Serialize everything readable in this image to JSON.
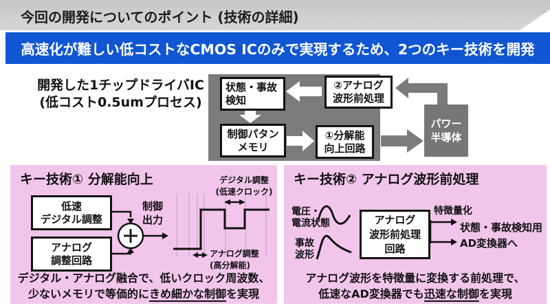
{
  "slide": {
    "title": "今回の開発についてのポイント (技術の詳細)"
  },
  "banner": {
    "text": "高速化が難しい低コストなCMOS ICのみで実現するため、2つのキー技術を開発",
    "bg_color": "#1056d2"
  },
  "overview": {
    "caption": "開発した1チップドライバIC\n(低コスト0.5umプロセス)",
    "chip": {
      "detect_block": "状態・事故\n検知",
      "preprocess_block": "②アナログ\n波形前処理",
      "memory_block": "制御パタン\nメモリ",
      "resolution_block": "①分解能\n向上回路",
      "bg_color": "#7b7b7b"
    },
    "power_block": "パワー\n半導体"
  },
  "key_tech_1": {
    "title": "キー技術① 分解能向上",
    "digital_box": "低速\nデジタル調整",
    "analog_box": "アナログ\n調整回路",
    "sum_symbol": "+",
    "output_label": "制御\n出力",
    "wave_top_label": "デジタル調整\n(低速クロック)",
    "wave_bottom_label": "アナログ調整\n(高分解能)",
    "caption_line1": "デジタル・アナログ融合で、低いクロック周波数、",
    "caption_line2_pre": "少ないメモリで等価的に",
    "caption_line2_underlined": "きめ細かな制御",
    "caption_line2_post": "を実現"
  },
  "key_tech_2": {
    "title": "キー技術② アナログ波形前処理",
    "input_state_label": "電圧・\n電流状態",
    "input_fault_label": "事故\n波形",
    "process_box": "アナログ\n波形前処理\n回路",
    "feature_label": "特徴量化",
    "destination_label": "状態・事故検知用\nAD変換器へ",
    "caption_line1": "アナログ波形を特徴量に変換する前処理で、",
    "caption_line2_pre": "低速なAD変換器でも",
    "caption_line2_underlined": "迅速な制御",
    "caption_line2_post": "を実現"
  },
  "colors": {
    "panel_bg": "#f2c6ec",
    "header_bg": "#d2d2d4",
    "diagram_gray": "#7b7b7b",
    "banner_blue": "#1056d2"
  }
}
